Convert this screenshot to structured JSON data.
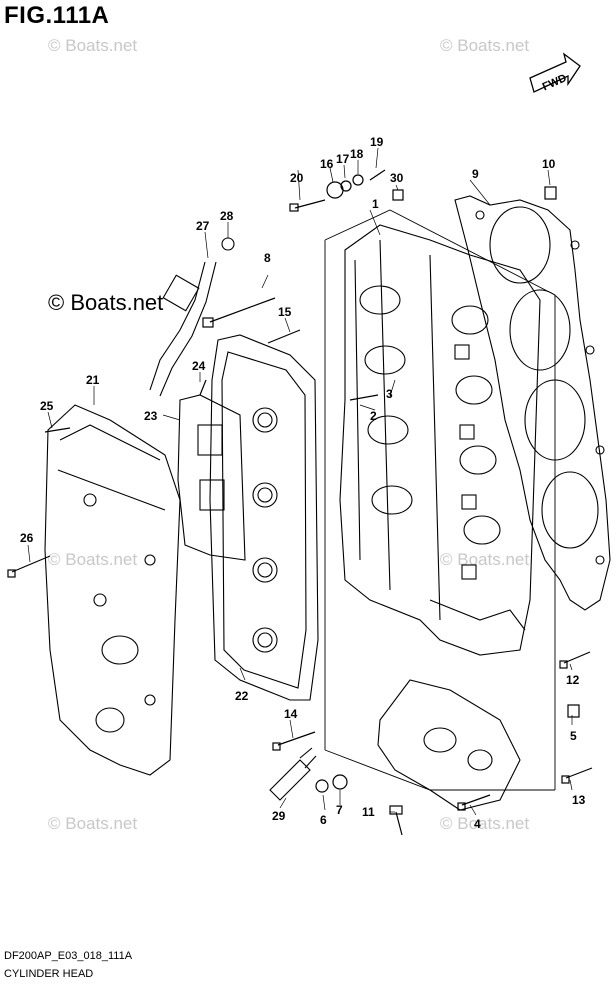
{
  "figure": {
    "title": "FIG.111A"
  },
  "watermark": {
    "small": "© Boats.net",
    "main": "© Boats.net"
  },
  "direction_label": "FWD",
  "footer": {
    "code": "DF200AP_E03_018_111A",
    "caption": "CYLINDER HEAD"
  },
  "callouts": [
    "1",
    "2",
    "3",
    "4",
    "5",
    "6",
    "7",
    "8",
    "9",
    "10",
    "11",
    "12",
    "13",
    "14",
    "15",
    "16",
    "17",
    "18",
    "19",
    "20",
    "21",
    "22",
    "23",
    "24",
    "25",
    "26",
    "27",
    "28",
    "29",
    "30"
  ]
}
